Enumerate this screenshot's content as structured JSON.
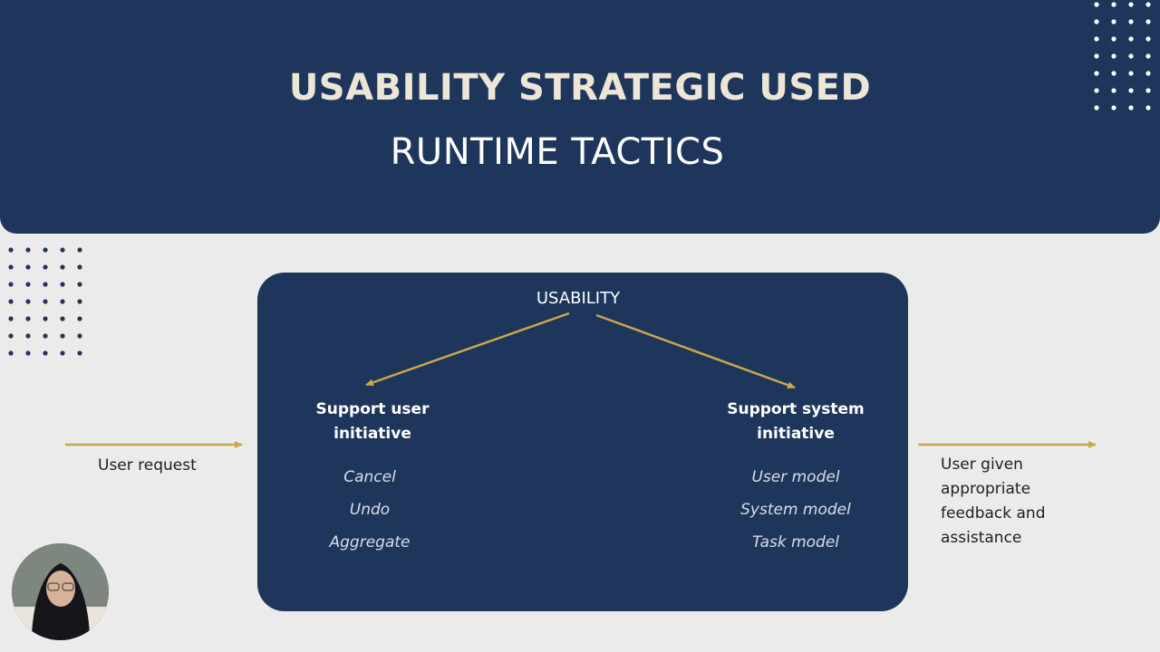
{
  "slide": {
    "title": "USABILITY STRATEGIC USED",
    "subtitle": "RUNTIME TACTICS"
  },
  "diagram": {
    "root": "USABILITY",
    "input_label": "User request",
    "output_label": "User given appropriate feedback and assistance",
    "branches": [
      {
        "title_line1": "Support user",
        "title_line2": "initiative",
        "items": [
          "Cancel",
          "Undo",
          "Aggregate"
        ]
      },
      {
        "title_line1": "Support system",
        "title_line2": "initiative",
        "items": [
          "User model",
          "System model",
          "Task model"
        ]
      }
    ]
  },
  "colors": {
    "navy": "#1f365c",
    "arrow_gold": "#c9a84c",
    "title_cream": "#ede6d6",
    "background": "#ebebeb"
  },
  "icons": {
    "presenter": "presenter-webcam-avatar",
    "decor": "dot-pattern-icon"
  }
}
